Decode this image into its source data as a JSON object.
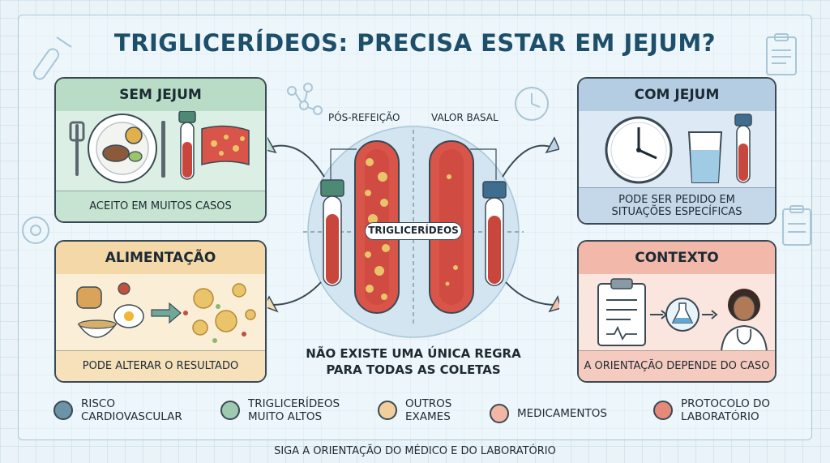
{
  "title": "TRIGLICERÍDEOS: PRECISA ESTAR EM JEJUM?",
  "cards": {
    "sem_jejum": {
      "title": "SEM JEJUM",
      "caption": "ACEITO EM MUITOS CASOS"
    },
    "com_jejum": {
      "title": "COM JEJUM",
      "caption_line1": "PODE SER PEDIDO EM",
      "caption_line2": "SITUAÇÕES ESPECÍFICAS"
    },
    "alimentacao": {
      "title": "ALIMENTAÇÃO",
      "caption": "PODE ALTERAR O RESULTADO"
    },
    "contexto": {
      "title": "CONTEXTO",
      "caption": "A ORIENTAÇÃO DEPENDE DO CASO"
    }
  },
  "center": {
    "label_left": "PÓS-REFEIÇÃO",
    "label_right": "VALOR BASAL",
    "pill": "TRIGLICERÍDEOS",
    "message_line1": "NÃO EXISTE UMA ÚNICA REGRA",
    "message_line2": "PARA TODAS AS COLETAS"
  },
  "legend": [
    {
      "line1": "RISCO",
      "line2": "CARDIOVASCULAR",
      "color": "#6d93a8"
    },
    {
      "line1": "TRIGLICERÍDEOS",
      "line2": "MUITO ALTOS",
      "color": "#9ecbb0"
    },
    {
      "line1": "OUTROS",
      "line2": "EXAMES",
      "color": "#f0cf9c"
    },
    {
      "line1": "MEDICAMENTOS",
      "line2": "",
      "color": "#f2b7a4"
    },
    {
      "line1": "PROTOCOLO DO",
      "line2": "LABORATÓRIO",
      "color": "#e58a78"
    }
  ],
  "footer": "SIGA A ORIENTAÇÃO DO MÉDICO E DO LABORATÓRIO",
  "colors": {
    "title": "#1e4f6a",
    "blood": "#c9463d",
    "vessel": "#d9554a",
    "fat": "#e9c46a"
  }
}
